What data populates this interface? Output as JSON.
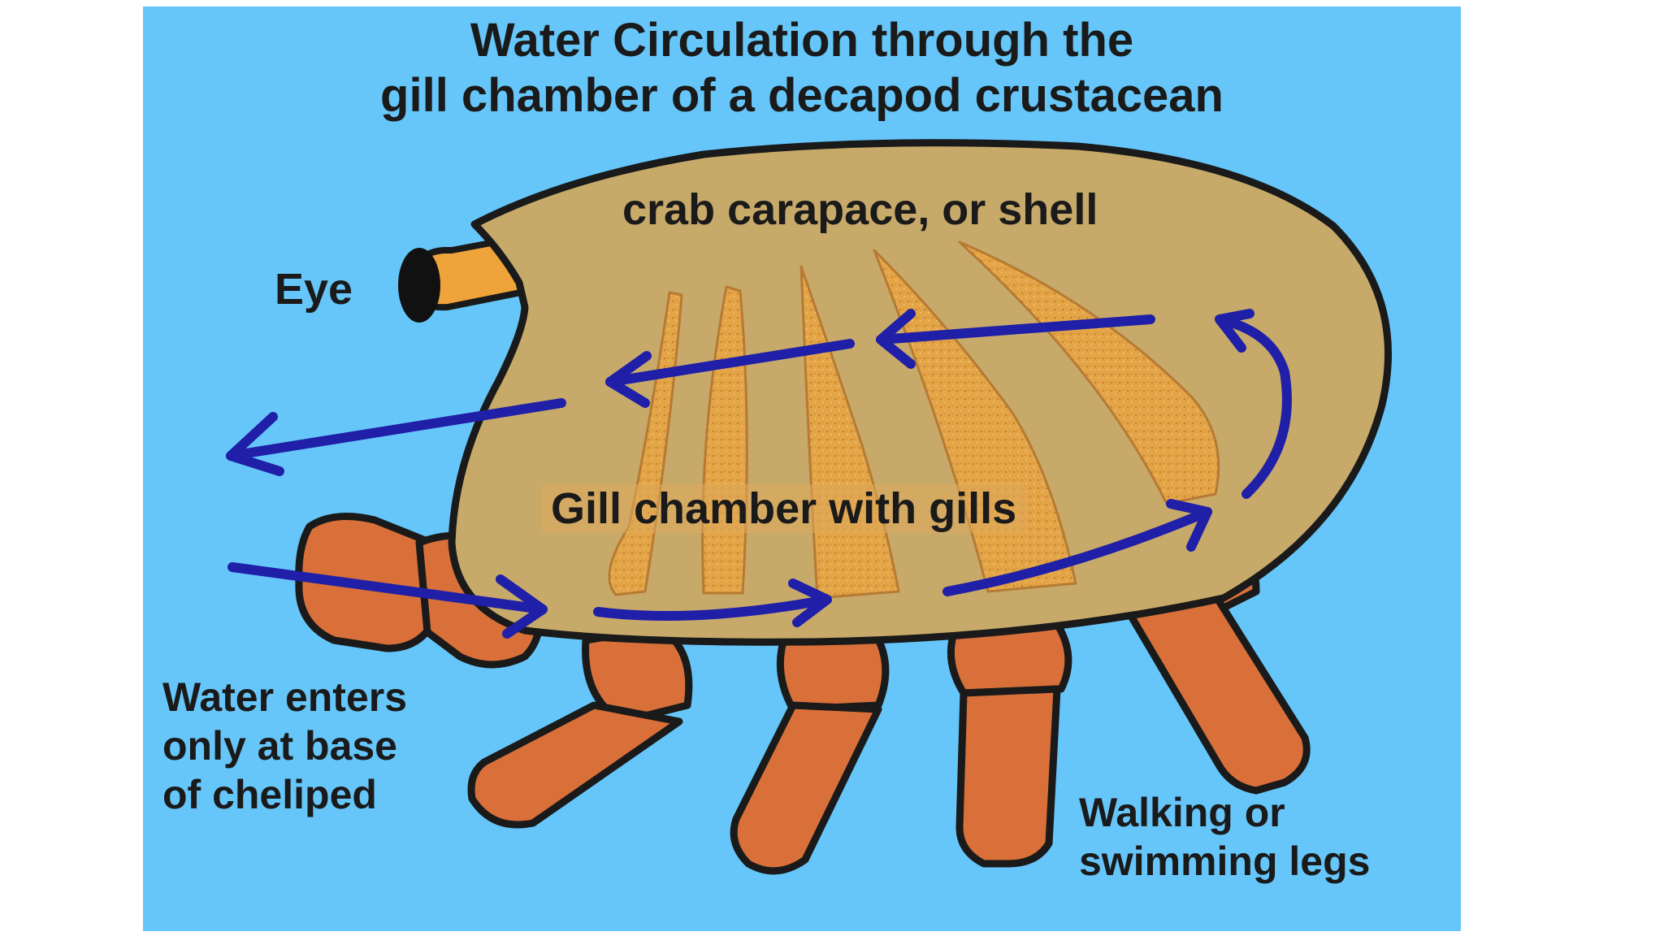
{
  "title": "Water Circulation through the\ngill chamber of a decapod crustacean",
  "labels": {
    "carapace": "crab carapace, or shell",
    "eye": "Eye",
    "gill_chamber": "Gill chamber with gills",
    "water_enters": "Water enters\nonly at base\nof cheliped",
    "legs": "Walking or\nswimming legs"
  },
  "colors": {
    "background": "#66c6f9",
    "carapace_fill": "#c7aa6a",
    "gill_fill": "#e3a548",
    "leg_fill": "#d9703a",
    "arrow": "#1f1fa8",
    "outline": "#1a1a1a",
    "eye_stalk": "#eea43a"
  },
  "icons": [
    "water-flow-arrow"
  ]
}
